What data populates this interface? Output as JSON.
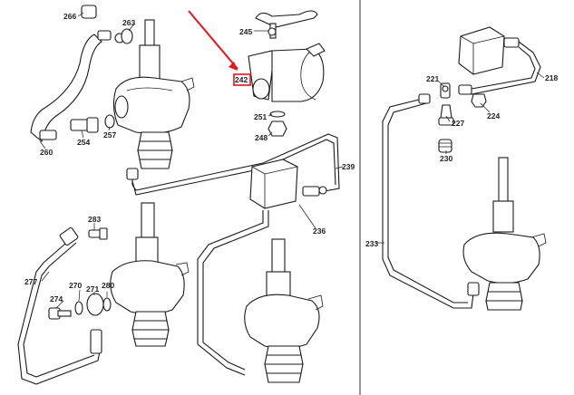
{
  "accent_color": "#e8141b",
  "labels": {
    "p266": "266",
    "p263": "263",
    "p245": "245",
    "p242": "242",
    "p251": "251",
    "p248": "248",
    "p254": "254",
    "p257": "257",
    "p260": "260",
    "p239": "239",
    "p236": "236",
    "p283": "283",
    "p277": "277",
    "p274": "274",
    "p270": "270",
    "p271": "271",
    "p280": "280",
    "p221": "221",
    "p218": "218",
    "p227": "227",
    "p224": "224",
    "p230": "230",
    "p233": "233"
  }
}
